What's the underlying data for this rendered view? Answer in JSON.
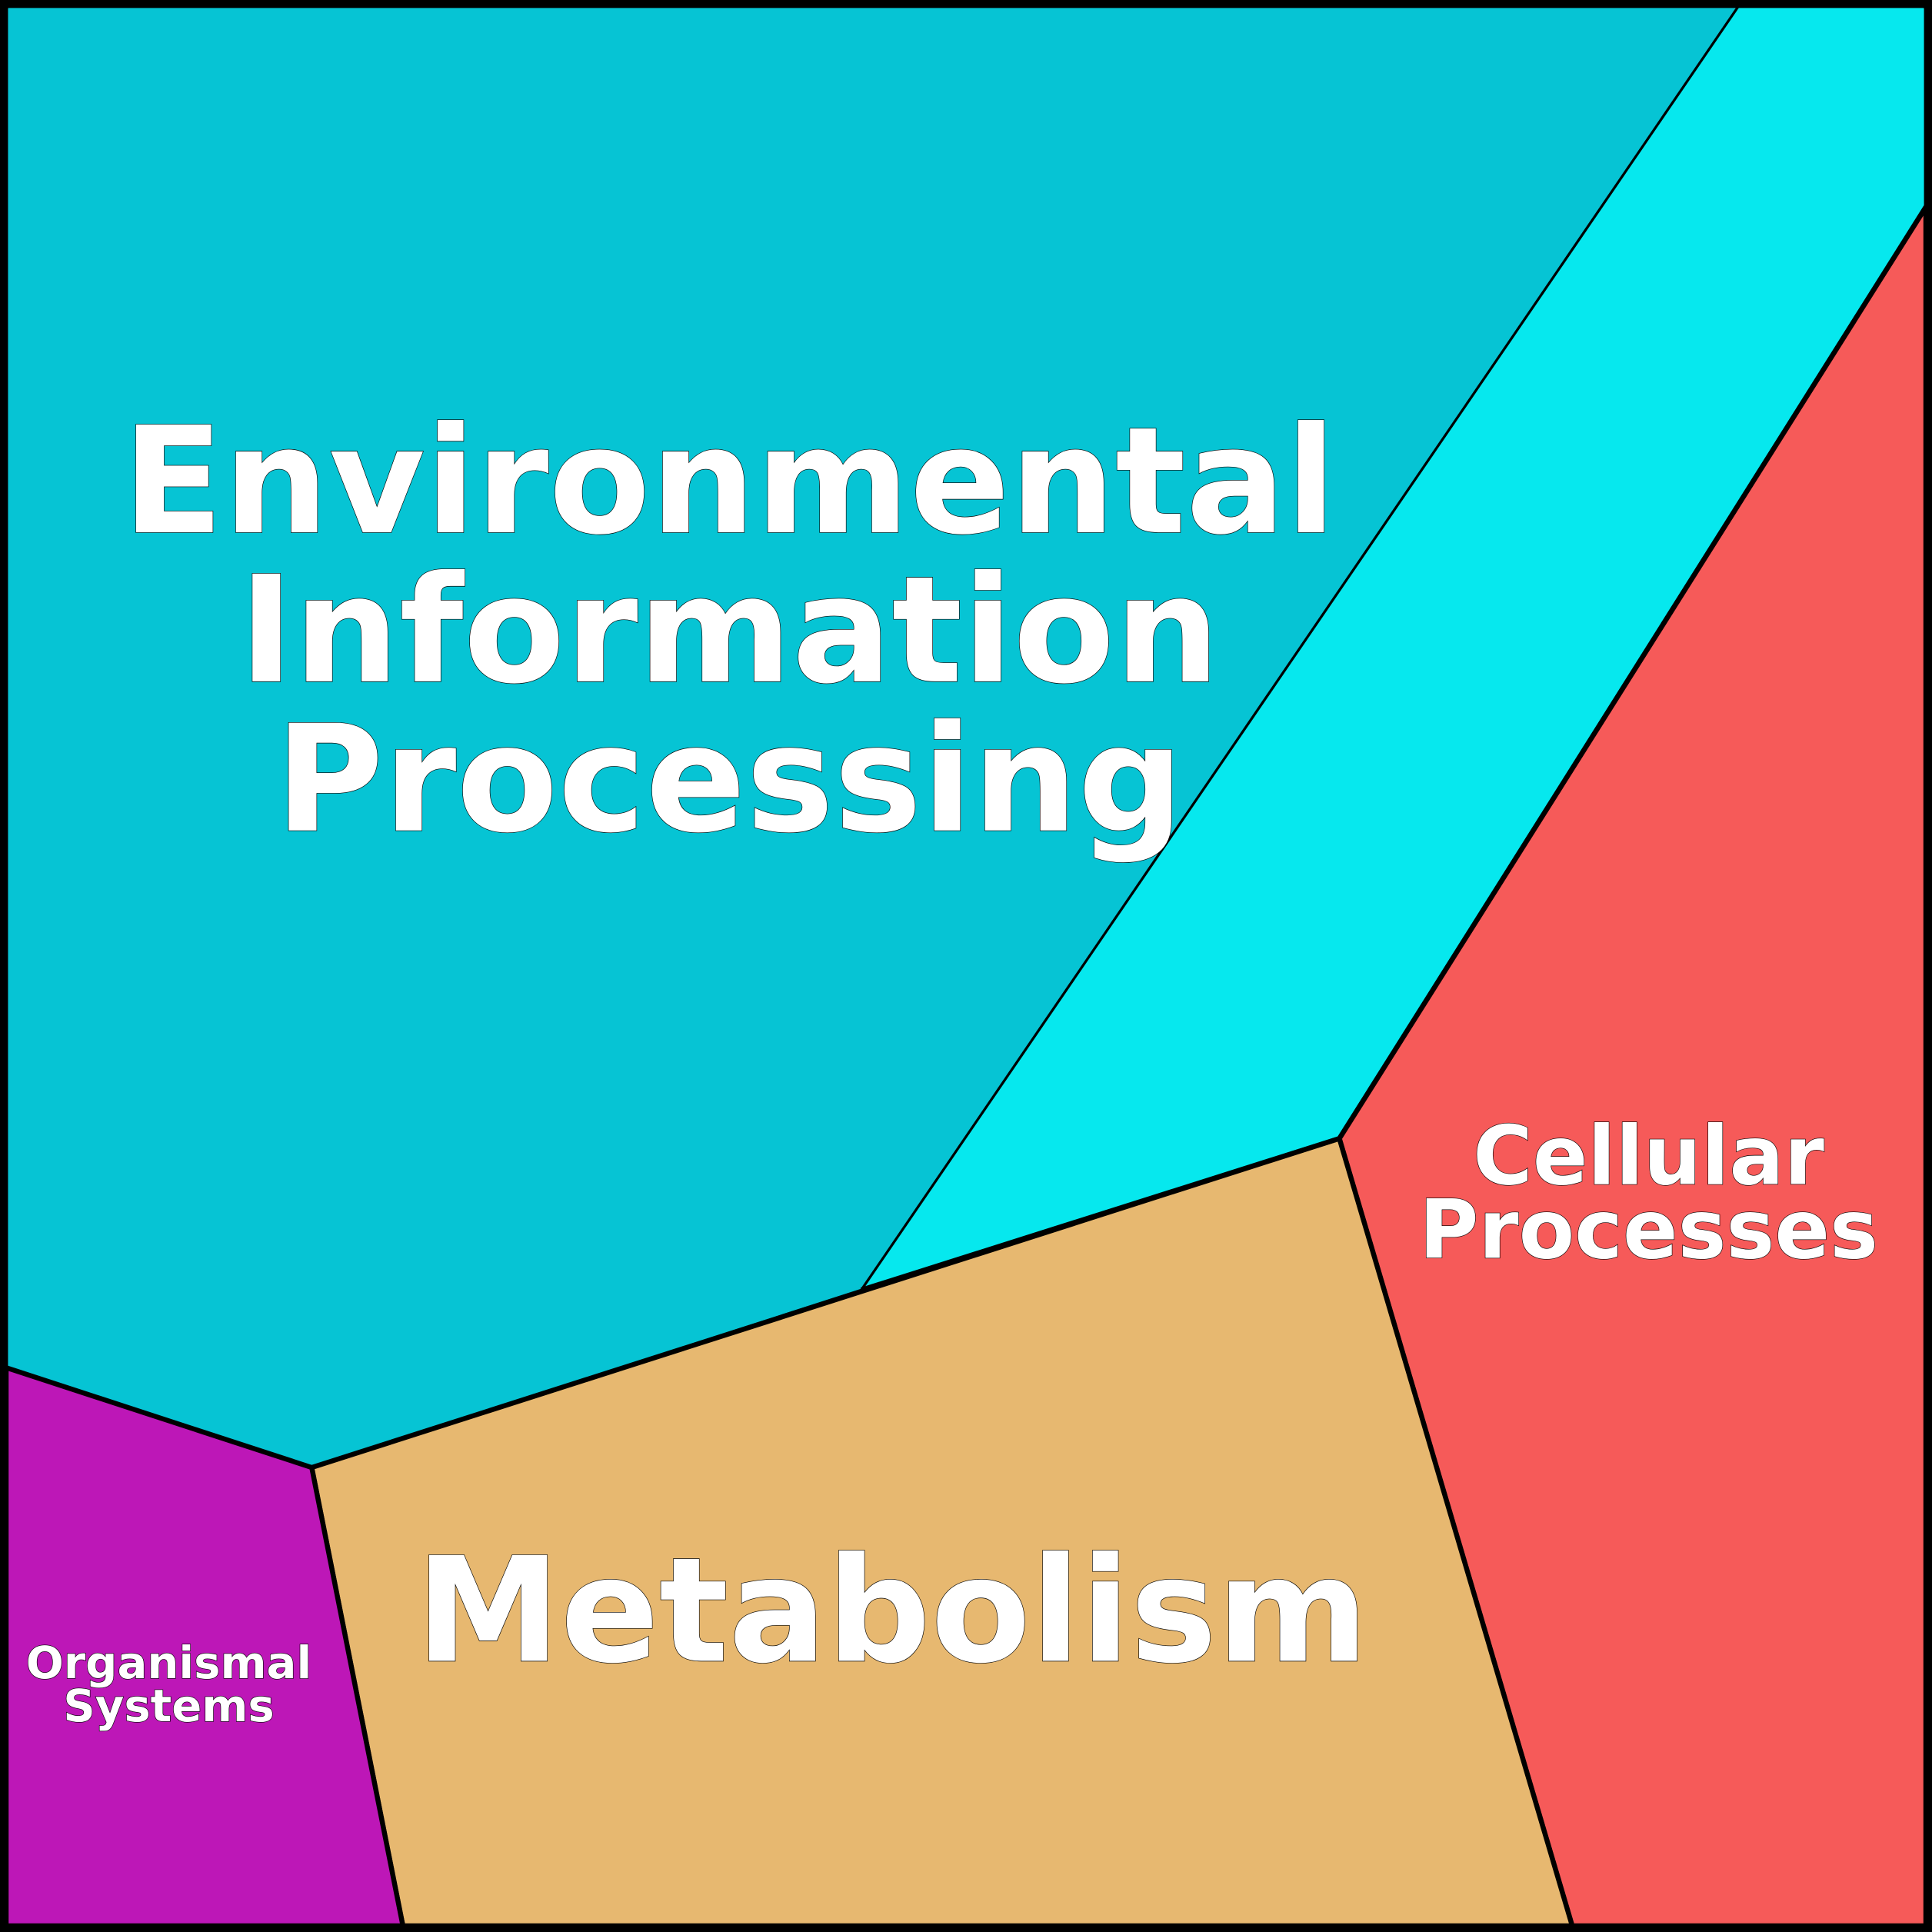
{
  "cells": [
    {
      "id": "environmental",
      "label_lines": [
        "Environmental",
        "Information",
        "Processing"
      ],
      "color": "#06c4d4"
    },
    {
      "id": "environmental-sub",
      "label_lines": [],
      "color": "#06e8ee"
    },
    {
      "id": "cellular",
      "label_lines": [
        "Cellular",
        "Processes"
      ],
      "color": "#f65a59"
    },
    {
      "id": "metabolism",
      "label_lines": [
        "Metabolism"
      ],
      "color": "#e7b870"
    },
    {
      "id": "organismal",
      "label_lines": [
        "Organismal",
        "Systems"
      ],
      "color": "#bd17b7"
    }
  ]
}
